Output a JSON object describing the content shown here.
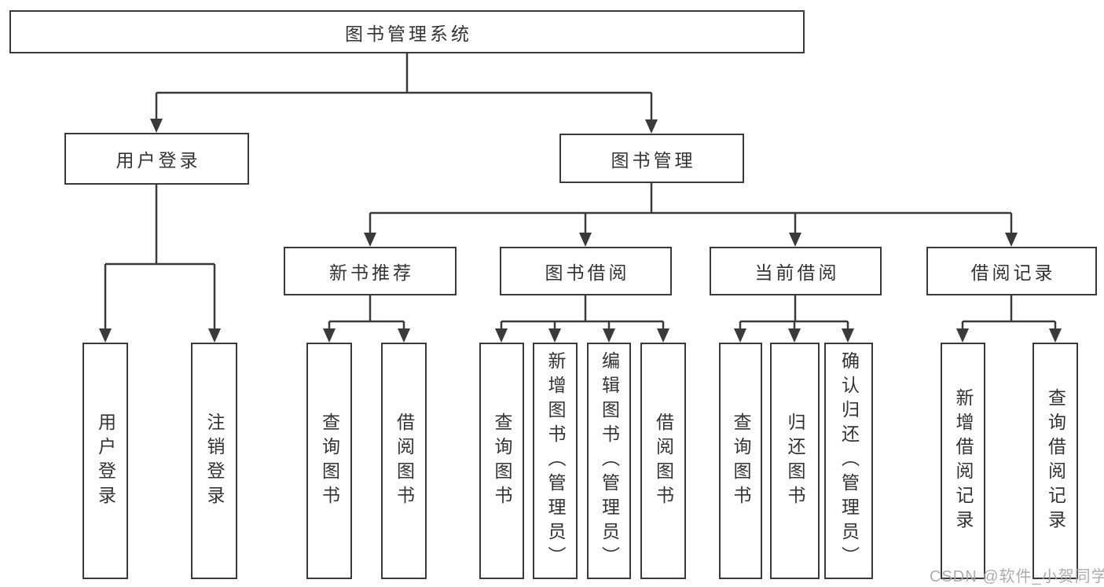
{
  "diagram": {
    "watermark": "CSDN @软件_小贺同学",
    "colors": {
      "line": "#3a3a3a",
      "box_border": "#3a3a3a",
      "text": "#333333",
      "background": "#ffffff",
      "watermark": "#a8a8a8"
    }
  },
  "tree": {
    "label": "图书管理系统",
    "children": [
      {
        "label": "用户登录",
        "children": [
          {
            "label": "用户登录"
          },
          {
            "label": "注销登录"
          }
        ]
      },
      {
        "label": "图书管理",
        "children": [
          {
            "label": "新书推荐",
            "children": [
              {
                "label": "查询图书"
              },
              {
                "label": "借阅图书"
              }
            ]
          },
          {
            "label": "图书借阅",
            "children": [
              {
                "label": "查询图书"
              },
              {
                "label": "新增图书（管理员）"
              },
              {
                "label": "编辑图书（管理员）"
              },
              {
                "label": "借阅图书"
              }
            ]
          },
          {
            "label": "当前借阅",
            "children": [
              {
                "label": "查询图书"
              },
              {
                "label": "归还图书"
              },
              {
                "label": "确认归还（管理员）"
              }
            ]
          },
          {
            "label": "借阅记录",
            "children": [
              {
                "label": "新增借阅记录"
              },
              {
                "label": "查询借阅记录"
              }
            ]
          }
        ]
      }
    ]
  }
}
